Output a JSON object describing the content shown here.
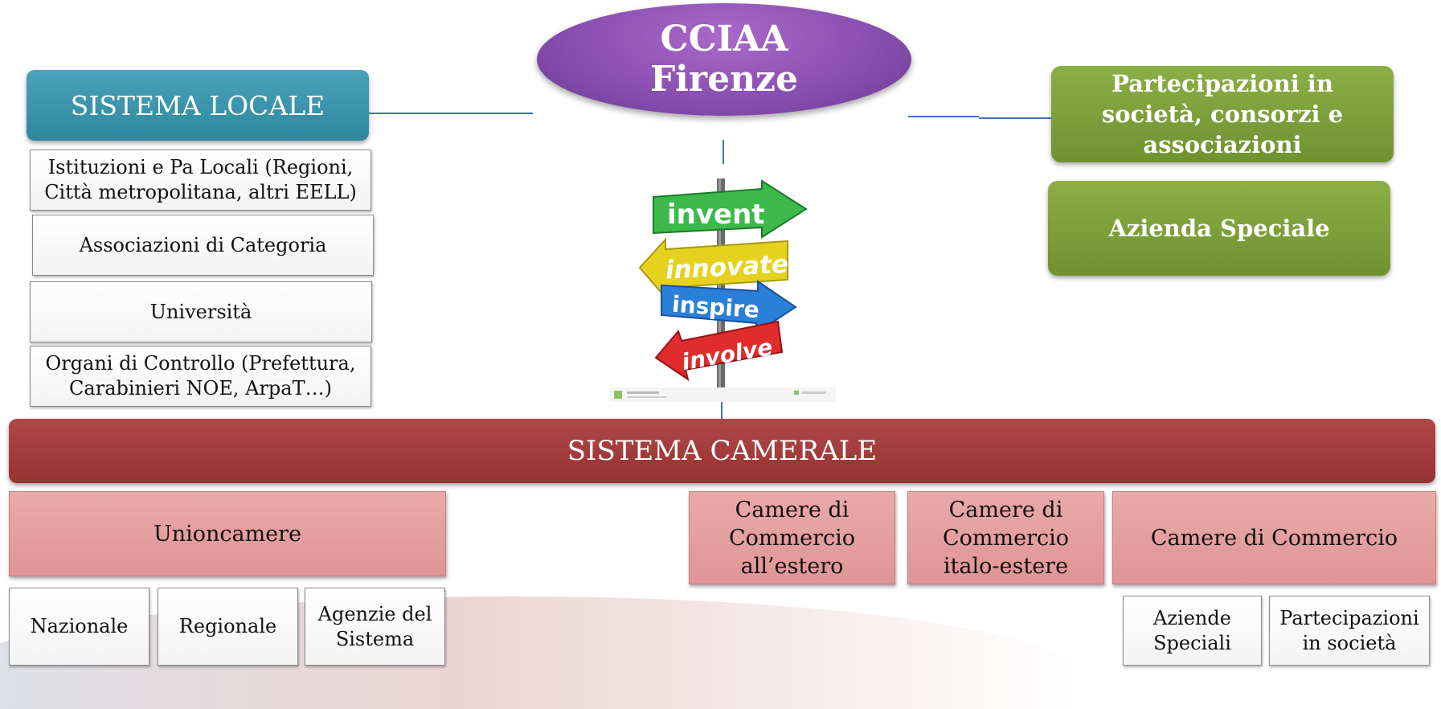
{
  "center": {
    "line1": "CCIAA",
    "line2": "Firenze"
  },
  "sistema_locale": {
    "title": "SISTEMA LOCALE",
    "items": [
      "Istituzioni e Pa Locali (Regioni, Città metropolitana, altri EELL)",
      "Associazioni di Categoria",
      "Università",
      "Organi di Controllo (Prefettura, Carabinieri NOE, ArpaT…)"
    ]
  },
  "right": {
    "partecipazioni": "Partecipazioni in società, consorzi e associazioni",
    "azienda": "Azienda Speciale"
  },
  "signpost": {
    "arrows": [
      "invent",
      "innovate",
      "inspire",
      "involve"
    ],
    "colors": {
      "invent": "#3cb94a",
      "innovate": "#e6d21e",
      "inspire": "#2a7fd8",
      "involve": "#e02c2c"
    }
  },
  "sistema_camerale": {
    "title": "SISTEMA CAMERALE",
    "unioncamere": "Unioncamere",
    "unioncamere_children": [
      "Nazionale",
      "Regionale",
      "Agenzie del Sistema"
    ],
    "camere_estero": "Camere di Commercio all’estero",
    "camere_italo": "Camere di Commercio italo-estere",
    "camere": "Camere di Commercio",
    "camere_children": [
      "Aziende Speciali",
      "Partecipazioni in società"
    ]
  },
  "colors": {
    "purple": "#8a4fb2",
    "teal": "#2e869f",
    "green": "#7a9e38",
    "dark_red": "#a33c3c",
    "pink": "#e59e9e",
    "connector": "#3f72b8"
  }
}
